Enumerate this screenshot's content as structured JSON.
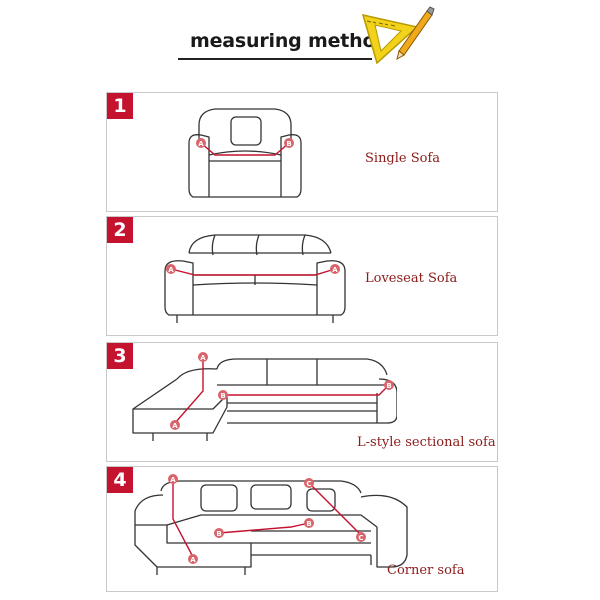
{
  "header": {
    "title": "measuring method",
    "icon": "ruler-pencil-icon"
  },
  "colors": {
    "accent": "#c4122f",
    "caption": "#8b1a1a",
    "marker": "#d9646b",
    "line": "#333333"
  },
  "panels": [
    {
      "number": "1",
      "caption": "Single Sofa",
      "markers": [
        "A",
        "B"
      ]
    },
    {
      "number": "2",
      "caption": "Loveseat Sofa",
      "markers": [
        "A",
        "A"
      ]
    },
    {
      "number": "3",
      "caption": "L-style sectional sofa",
      "markers": [
        "A",
        "A",
        "B",
        "B"
      ]
    },
    {
      "number": "4",
      "caption": "Corner sofa",
      "markers": [
        "A",
        "A",
        "B",
        "B",
        "C",
        "C"
      ]
    }
  ]
}
